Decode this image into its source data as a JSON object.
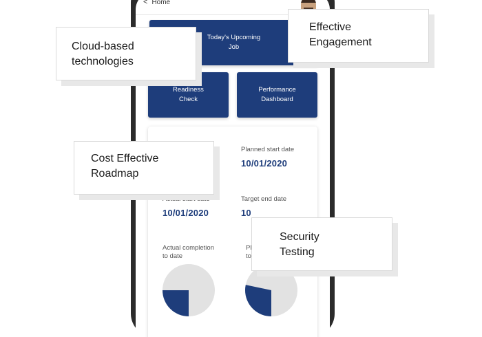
{
  "app": {
    "back_label": "Home",
    "tiles": {
      "upcoming": "Today's Upcoming\nJob",
      "readiness": "Readiness\nCheck",
      "performance": "Performance\nDashboard"
    },
    "details": {
      "planned_start_label": "Planned start date",
      "planned_start_value": "10/01/2020",
      "actual_start_label": "Actual start date",
      "actual_start_value": "10/01/2020",
      "target_end_label": "Target end date",
      "target_end_value": "10",
      "actual_completion_label": "Actual completion\nto date",
      "planned_completion_label_line1": "Pl",
      "planned_completion_label_line2": "to"
    },
    "colors": {
      "primary": "#1e3d7b",
      "pie_background": "#e2e2e2"
    }
  },
  "features": {
    "cloud": "Cloud-based\ntechnologies",
    "engagement": "Effective\nEngagement",
    "cost": "Cost Effective\nRoadmap",
    "security": "Security\nTesting"
  }
}
